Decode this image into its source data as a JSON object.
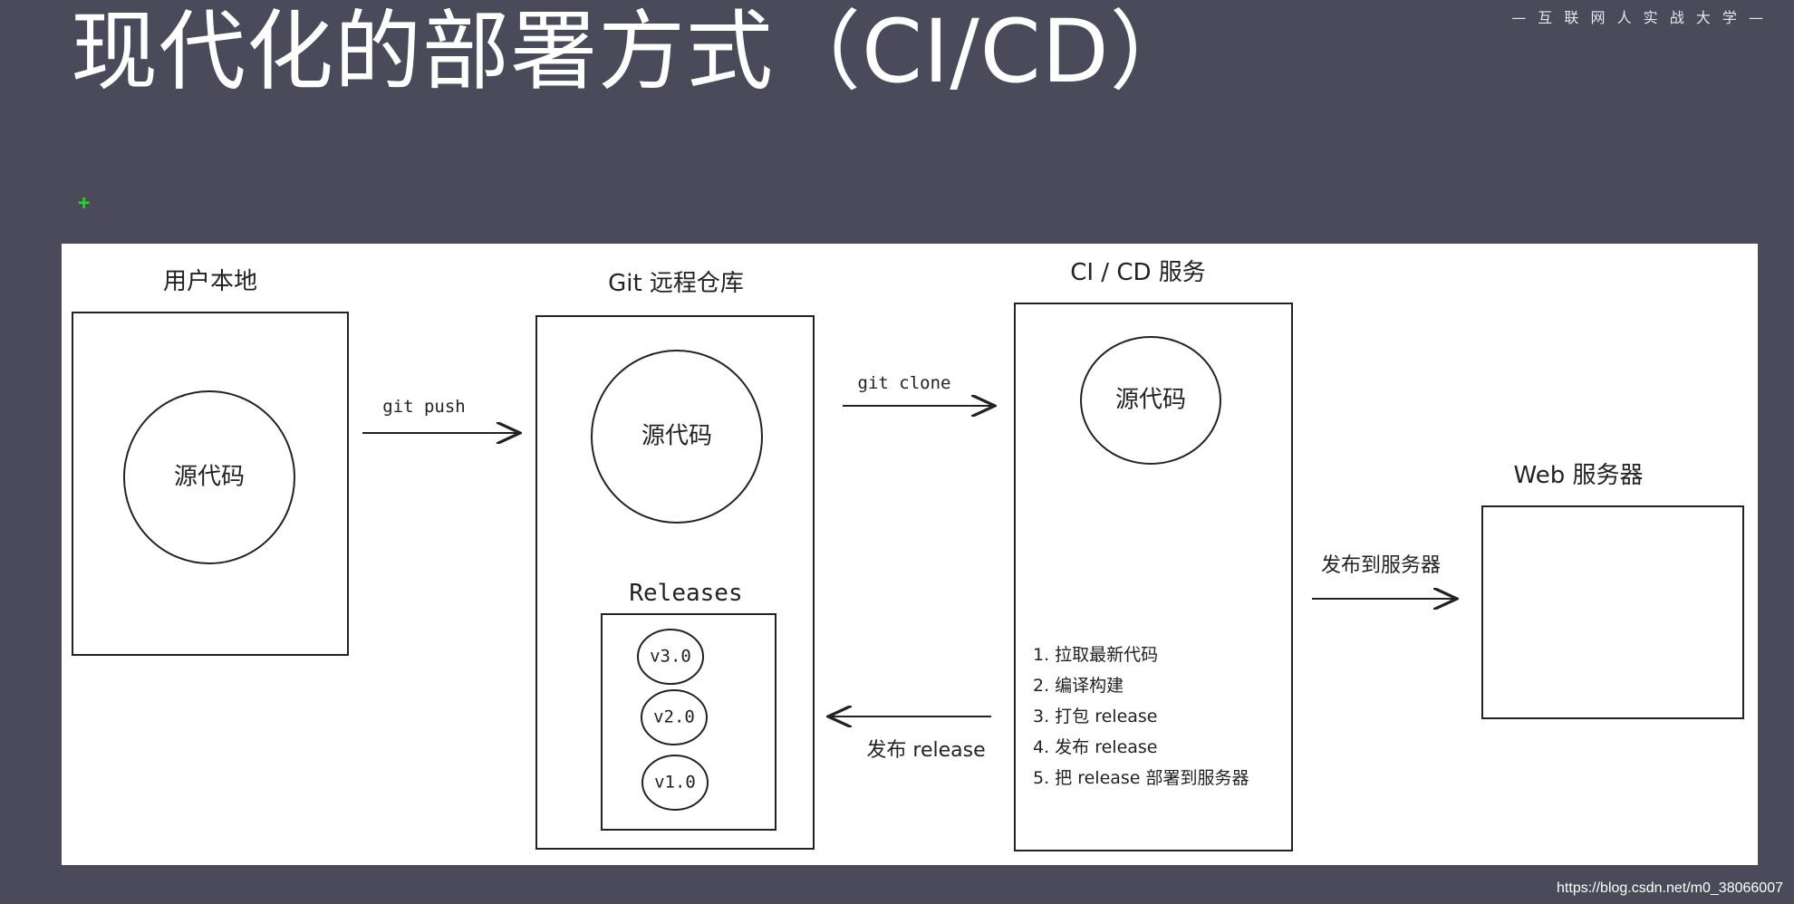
{
  "slide": {
    "title": "现代化的部署方式（CI/CD）",
    "brand": "— 互 联 网 人 实 战 大 学 —",
    "watermark": "https://blog.csdn.net/m0_38066007"
  },
  "diagram": {
    "local": {
      "label": "用户本地",
      "source": "源代码"
    },
    "git_push": "git push",
    "remote": {
      "label": "Git 远程仓库",
      "source": "源代码",
      "releases_label": "Releases",
      "versions": [
        "v3.0",
        "v2.0",
        "v1.0"
      ]
    },
    "git_clone": "git clone",
    "cicd": {
      "label": "CI / CD 服务",
      "source": "源代码",
      "steps": [
        "1. 拉取最新代码",
        "2. 编译构建",
        "3. 打包 release",
        "4. 发布 release",
        "5. 把 release 部署到服务器"
      ]
    },
    "publish_release": "发布 release",
    "publish_server": "发布到服务器",
    "web": {
      "label": "Web 服务器"
    }
  },
  "colors": {
    "background": "#4a4a5a",
    "canvas": "#ffffff",
    "ink": "#222222",
    "cursor": "#18e018"
  }
}
